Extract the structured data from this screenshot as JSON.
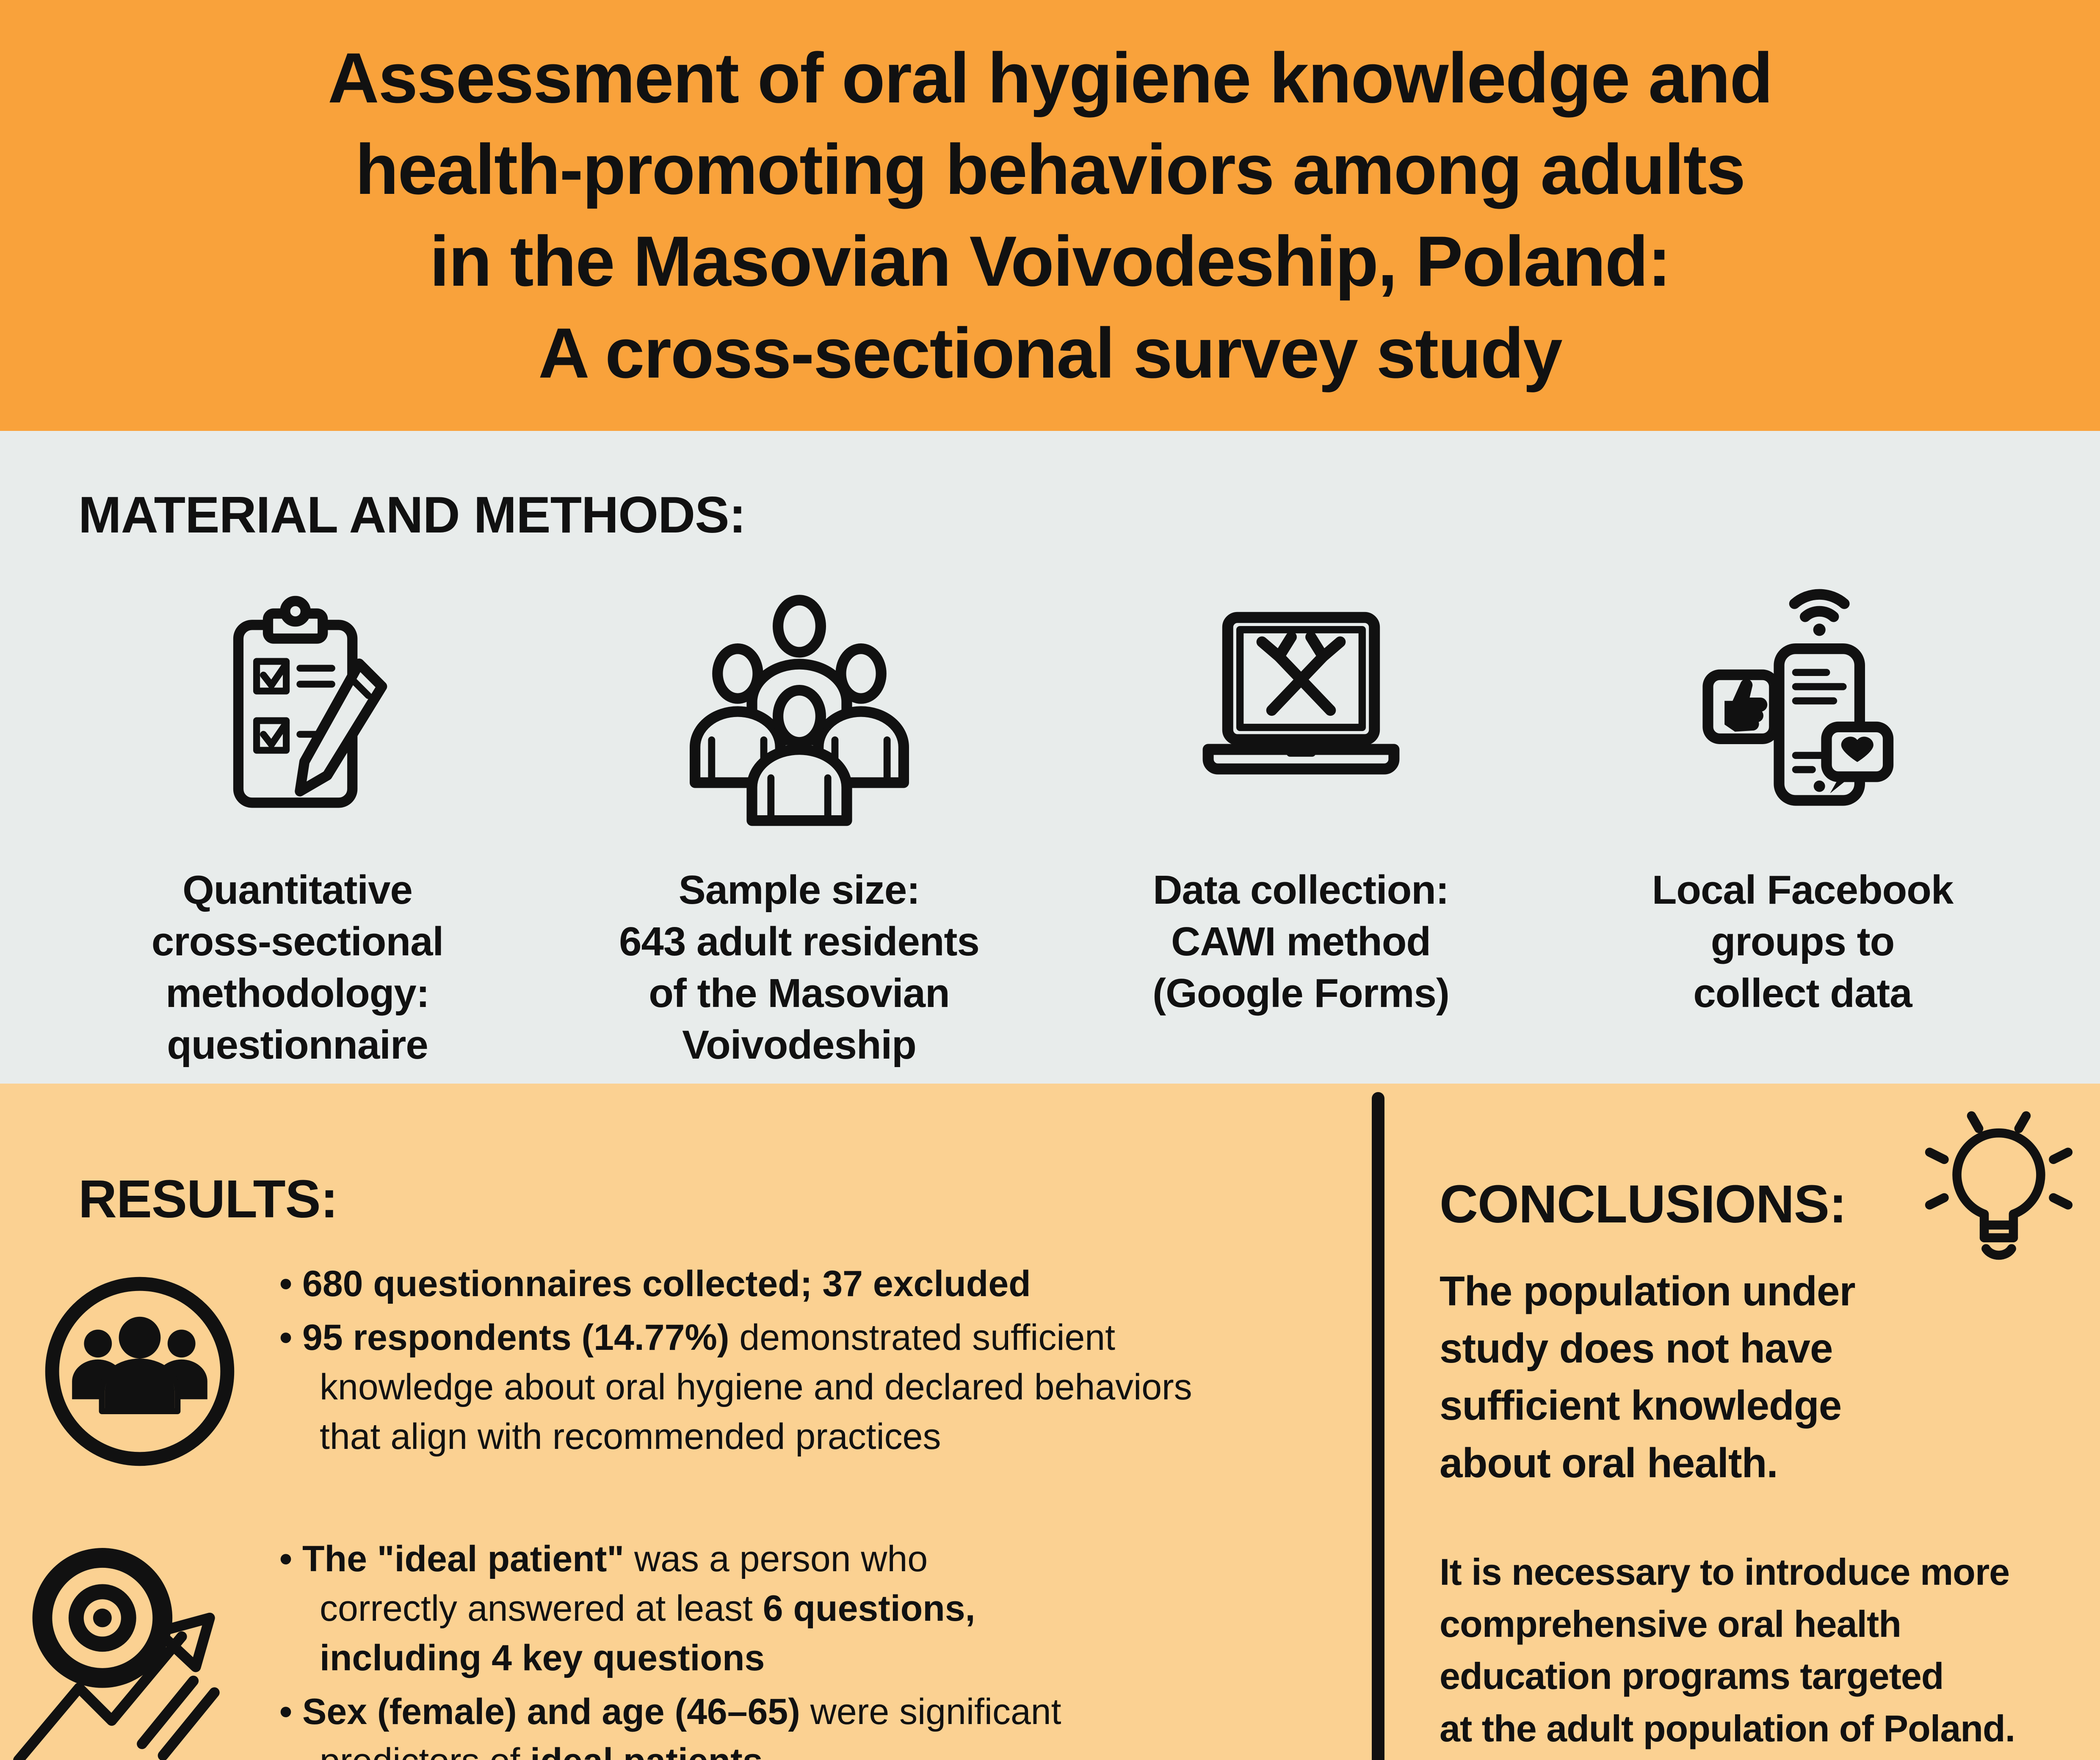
{
  "colors": {
    "header_bg": "#F9A23B",
    "methods_bg": "#E8ECEB",
    "bottom_bg": "#FBD192",
    "ink": "#111111"
  },
  "header": {
    "title": "Assessment of oral hygiene knowledge and\nhealth-promoting behaviors among adults\nin the Masovian Voivodeship, Poland:\nA cross-sectional survey study"
  },
  "methods": {
    "heading": "MATERIAL AND METHODS:",
    "items": [
      {
        "icon": "clipboard-checklist-icon",
        "caption": "Quantitative\ncross-sectional\nmethodology:\nquestionnaire"
      },
      {
        "icon": "people-group-icon",
        "caption": "Sample size:\n643 adult residents\nof the Masovian\nVoivodeship"
      },
      {
        "icon": "laptop-tools-icon",
        "caption": "Data collection:\nCAWI method\n(Google Forms)"
      },
      {
        "icon": "phone-social-icon",
        "caption": "Local Facebook\ngroups to\ncollect data"
      }
    ]
  },
  "results": {
    "heading": "RESULTS:",
    "groups": [
      {
        "icon": "people-circle-icon",
        "bullets": [
          {
            "segments": [
              {
                "text": "680 questionnaires collected; 37 excluded",
                "bold": true
              }
            ]
          },
          {
            "segments": [
              {
                "text": "95 respondents (14.77%) ",
                "bold": true
              },
              {
                "text": "demonstrated sufficient\nknowledge about oral hygiene and declared behaviors\nthat align with recommended practices",
                "bold": false
              }
            ]
          }
        ]
      },
      {
        "icon": "target-growth-icon",
        "bullets": [
          {
            "segments": [
              {
                "text": "The \"ideal patient\" ",
                "bold": true
              },
              {
                "text": "was a person who\ncorrectly answered at least ",
                "bold": false
              },
              {
                "text": "6 questions,\nincluding 4 key questions",
                "bold": true
              }
            ]
          },
          {
            "segments": [
              {
                "text": "Sex (female) and age (46–65) ",
                "bold": true
              },
              {
                "text": "were significant\npredictors of ",
                "bold": false
              },
              {
                "text": "ideal patients",
                "bold": true
              }
            ]
          }
        ]
      }
    ]
  },
  "conclusions": {
    "heading": "CONCLUSIONS:",
    "icon": "lightbulb-icon",
    "para1": "The population under\nstudy does not have\nsufficient knowledge\nabout oral health.",
    "para2": "It is necessary to introduce more\ncomprehensive oral health\neducation programs targeted\nat the adult population of Poland."
  }
}
